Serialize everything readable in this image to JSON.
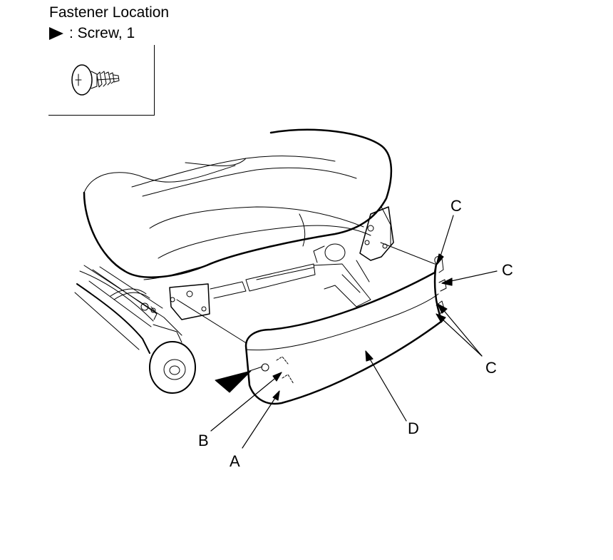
{
  "legend": {
    "title": "Fastener Location",
    "key_text": ": Screw, 1"
  },
  "callouts": {
    "a": "A",
    "b": "B",
    "c1": "C",
    "c2": "C",
    "c3": "C",
    "d": "D"
  },
  "icons": {
    "legend_marker": "black-triangle-icon",
    "fastener": "screw-icon",
    "install_marker": "black-triangle-icon"
  }
}
